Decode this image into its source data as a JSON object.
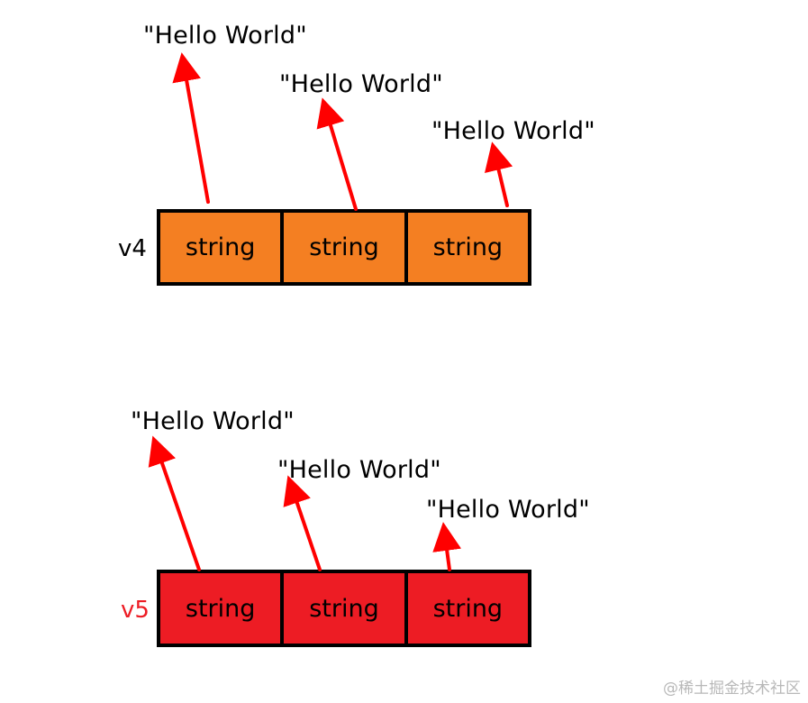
{
  "arrays": [
    {
      "name": "v4",
      "color": "#f47f22",
      "cells": [
        "string",
        "string",
        "string"
      ],
      "targets": [
        "\"Hello World\"",
        "\"Hello World\"",
        "\"Hello World\""
      ]
    },
    {
      "name": "v5",
      "color": "#ed1c24",
      "label_color": "#ed1c24",
      "cells": [
        "string",
        "string",
        "string"
      ],
      "targets": [
        "\"Hello World\"",
        "\"Hello World\"",
        "\"Hello World\""
      ]
    }
  ],
  "arrow_color": "#ff0000",
  "watermark": "@稀土掘金技术社区"
}
